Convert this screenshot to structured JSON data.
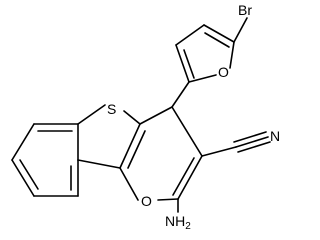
{
  "molecule": {
    "atoms": {
      "br": "Br",
      "o_furan": "O",
      "s": "S",
      "n": "N",
      "o_pyran": "O",
      "nh2_main": "NH",
      "nh2_sub": "2"
    }
  }
}
